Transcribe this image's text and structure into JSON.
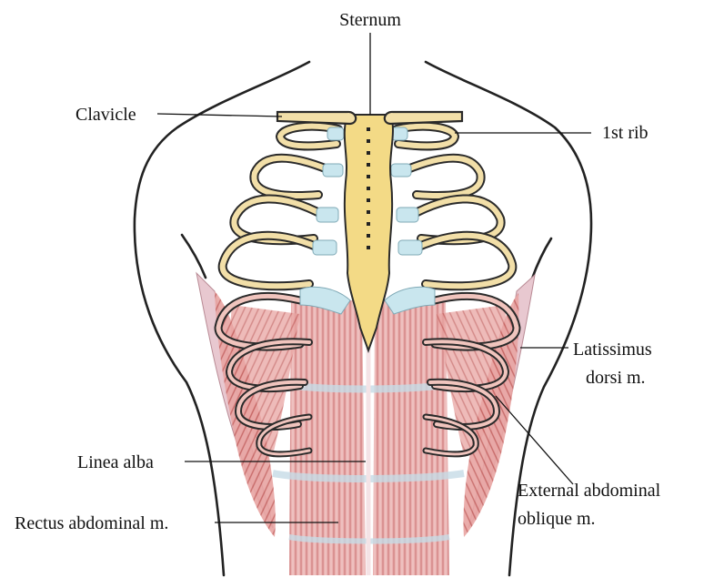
{
  "labels": {
    "sternum": "Sternum",
    "clavicle": "Clavicle",
    "first_rib": "1st rib",
    "latissimus_line1": "Latissimus",
    "latissimus_line2": "dorsi m.",
    "linea_alba": "Linea alba",
    "rectus": "Rectus abdominal m.",
    "external_line1": "External abdominal",
    "external_line2": "oblique m."
  },
  "colors": {
    "bone": "#f2dfa8",
    "bone_outline": "#2a2a2a",
    "cartilage": "#c9e6ee",
    "sternum": "#f3da86",
    "muscle": "#e7a9a6",
    "muscle_dark": "#c9706d",
    "latissimus": "#e8c2cc",
    "body_outline": "#222222"
  }
}
